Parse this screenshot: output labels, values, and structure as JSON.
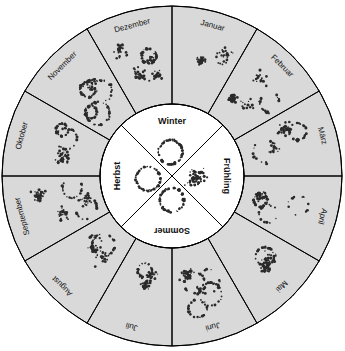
{
  "diagram": {
    "nodes": [
      {
        "text": [
          "Januar"
        ]
      },
      {
        "text": [
          "Februar"
        ]
      },
      {
        "text": [
          "März"
        ]
      },
      {
        "text": [
          "April"
        ]
      },
      {
        "text": [
          "Mai"
        ]
      },
      {
        "text": [
          "Juni"
        ]
      },
      {
        "text": [
          "Juli"
        ]
      },
      {
        "text": [
          "August"
        ]
      },
      {
        "text": [
          "September"
        ]
      },
      {
        "text": [
          "Oktober"
        ]
      },
      {
        "text": [
          "November"
        ]
      },
      {
        "text": [
          "Dezember"
        ]
      },
      {
        "text": [
          "Winter"
        ]
      },
      {
        "text": [
          "Frühling"
        ]
      },
      {
        "text": [
          "Sommer"
        ]
      },
      {
        "text": [
          "Herbst"
        ]
      }
    ]
  }
}
